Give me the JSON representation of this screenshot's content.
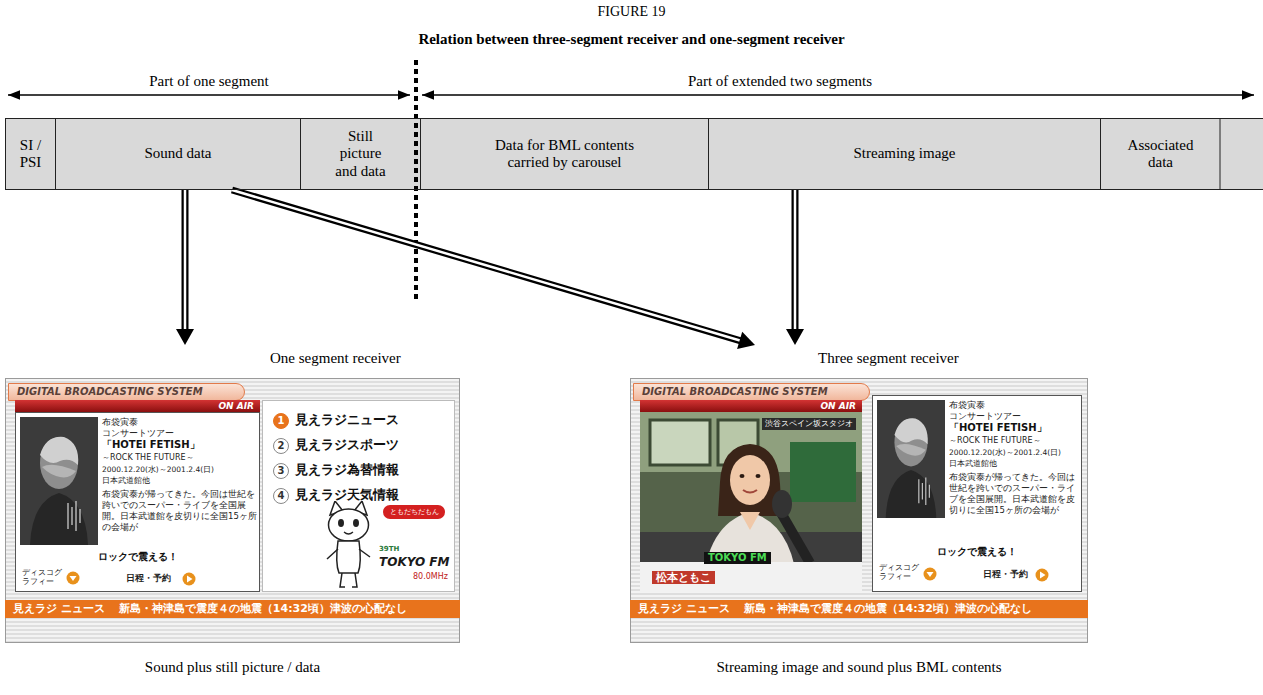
{
  "diagram": {
    "title": "FIGURE 19",
    "caption": "Relation between three-segment receiver and one-segment receiver",
    "nodes": [
      {
        "text": [
          "SI / PSI"
        ]
      },
      {
        "text": [
          "Sound data"
        ]
      },
      {
        "text": [
          "Still picture and data"
        ]
      },
      {
        "text": [
          "Data for BML contents carried by carousel"
        ]
      },
      {
        "text": [
          "Streaming image"
        ]
      },
      {
        "text": [
          "Associated data"
        ]
      },
      {
        "text": [
          "One segment receiver",
          "Sound plus still picture / data"
        ]
      },
      {
        "text": [
          "DIGITAL BROADCASTING SYSTEM"
        ],
        "in": 6
      },
      {
        "text": [
          "ON AIR"
        ],
        "in": 6
      },
      {
        "text": [
          "布袋寅泰",
          "コンサートツアー",
          "「HOTEI FETISH」",
          "～ROCK THE FUTURE～",
          "2000.12.20(水)～2001.2.4(日)",
          "日本武道館他",
          "布袋寅泰が帰ってきた。今回は世紀を跨いでのスーパー・ライブを全国展開。日本武道館を皮切りに全国15ヶ所の会場が",
          "ロックで震える！",
          "ディスコグラフィー",
          "日程・予約"
        ],
        "in": 6
      },
      {
        "text": [
          "1",
          "見えラジニュース",
          "2",
          "見えラジスポーツ",
          "3",
          "見えラジ為替情報",
          "4",
          "見えラジ天気情報",
          "ともだちだもん",
          "39TH",
          "TOKYO FM",
          "80.0MHz"
        ],
        "in": 6
      },
      {
        "text": [
          "見えラジ ニュース",
          "新島・神津島で震度４の地震（14:32頃）津波の心配なし"
        ],
        "in": 6
      },
      {
        "text": [
          "Three segment receiver",
          "Streaming image and sound plus BML contents"
        ]
      },
      {
        "text": [
          "DIGITAL BROADCASTING SYSTEM"
        ],
        "in": 12
      },
      {
        "text": [
          "ON AIR"
        ],
        "in": 12
      },
      {
        "text": [
          "渋谷スペイン坂スタジオ",
          "TOKYO FM",
          "松本ともこ"
        ],
        "in": 12
      },
      {
        "text": [
          "布袋寅泰",
          "コンサートツアー",
          "「HOTEI FETISH」",
          "～ROCK THE FUTURE～",
          "2000.12.20(水)～2001.2.4(日)",
          "日本武道館他",
          "布袋寅泰が帰ってきた。今回は世紀を跨いでのスーパー・ライブを全国展開。日本武道館を皮切りに全国15ヶ所の会場が",
          "ロックで震える！",
          "ディスコグラフィー",
          "日程・予約"
        ],
        "in": 12
      },
      {
        "text": [
          "見えラジ ニュース",
          "新島・神津島で震度４の地震（14:32頃）津波の心配なし"
        ],
        "in": 12
      }
    ],
    "edges": [
      {
        "from": 1,
        "to": 6,
        "arrow": "to"
      },
      {
        "from": 1,
        "to": 12,
        "arrow": "to"
      },
      {
        "from": 4,
        "to": 12,
        "arrow": "to"
      }
    ],
    "labels": [
      "Part of one segment",
      "Part of extended two segments"
    ]
  }
}
